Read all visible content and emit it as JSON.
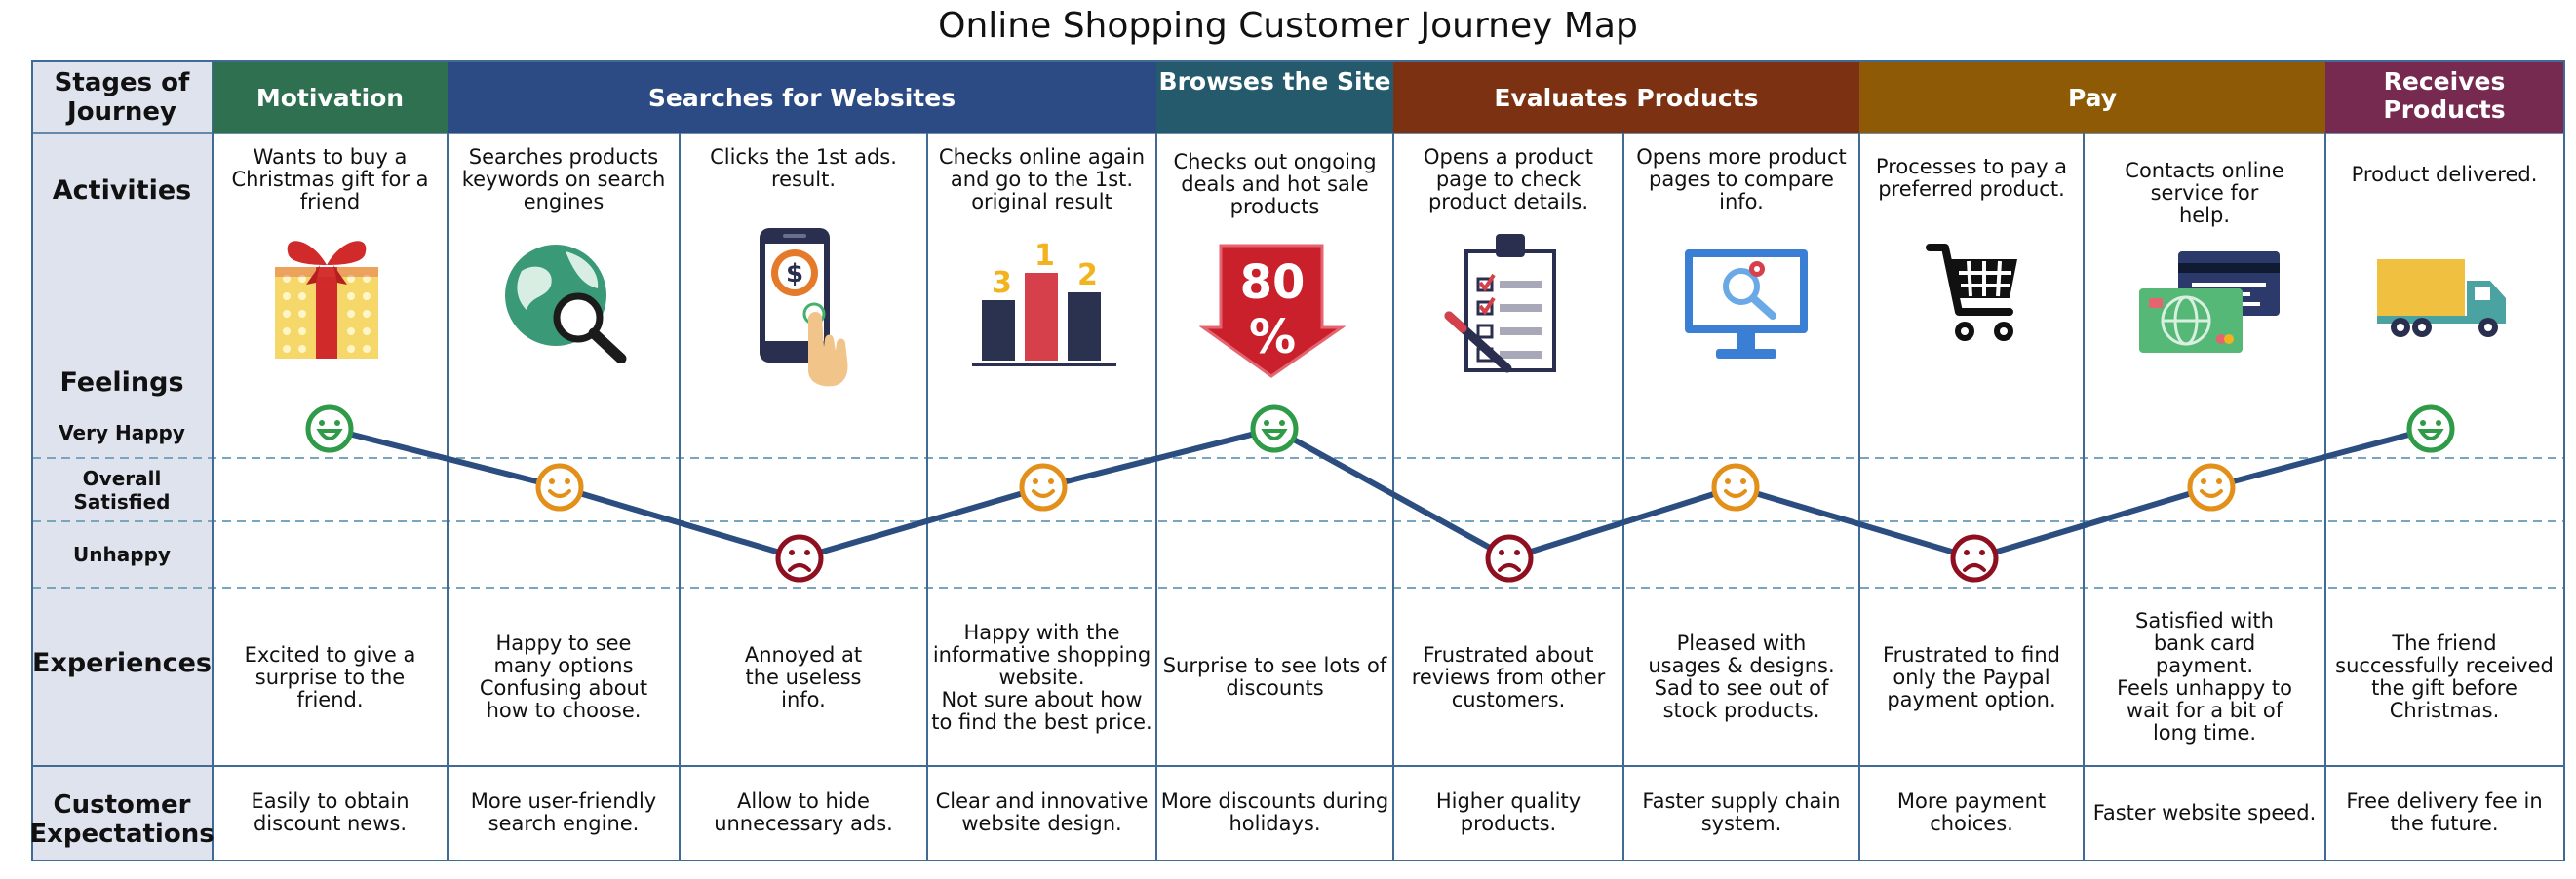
{
  "title": "Online Shopping Customer Journey Map",
  "row_labels": {
    "stages": "Stages of Journey",
    "activities": "Activities",
    "feelings": "Feelings",
    "very_happy": "Very Happy",
    "overall_satisfied": "Overall Satisfied",
    "unhappy": "Unhappy",
    "experiences": "Experiences",
    "customer_expectations": "Customer Expectations"
  },
  "stages": [
    {
      "label": "Motivation",
      "color": "#2e7050"
    },
    {
      "label": "Searches for Websites",
      "color": "#2c4a84"
    },
    {
      "label": "Browses the Site",
      "color": "#245a6c"
    },
    {
      "label": "Evaluates Products",
      "color": "#7c3212"
    },
    {
      "label": "Pay",
      "color": "#8e5a05"
    },
    {
      "label": "Receives Products",
      "color": "#772a50"
    }
  ],
  "columns": [
    {
      "activity": "Wants to buy a Christmas gift for a friend",
      "icon": "gift-box-icon",
      "feeling": "very_happy",
      "experience": "Excited to give a surprise to the friend.",
      "expectation": "Easily to obtain discount news."
    },
    {
      "activity": "Searches products keywords on search engines",
      "icon": "globe-search-icon",
      "feeling": "overall_satisfied",
      "experience": "Happy to see many options\nConfusing about how to choose.",
      "expectation": "More user-friendly search engine."
    },
    {
      "activity": "Clicks the 1st ads. result.",
      "icon": "mobile-payment-icon",
      "feeling": "unhappy",
      "experience": "Annoyed at the useless info.",
      "expectation": "Allow to hide unnecessary ads."
    },
    {
      "activity": "Checks online again and go to the 1st. original result",
      "icon": "ranking-chart-icon",
      "feeling": "overall_satisfied",
      "experience": "Happy with the informative shopping website.\nNot sure about how to find the best price.",
      "expectation": "Clear and innovative website design."
    },
    {
      "activity": "Checks out ongoing deals and hot sale products",
      "icon": "discount-tag-icon",
      "feeling": "very_happy",
      "experience": "Surprise to see lots of discounts",
      "expectation": "More discounts during holidays."
    },
    {
      "activity": "Opens a product page to check product details.",
      "icon": "checklist-clipboard-icon",
      "feeling": "unhappy",
      "experience": "Frustrated about reviews from other customers.",
      "expectation": "Higher quality products."
    },
    {
      "activity": "Opens more product pages to compare info.",
      "icon": "monitor-search-icon",
      "feeling": "overall_satisfied",
      "experience": "Pleased with usages & designs.\nSad to see out of stock products.",
      "expectation": "Faster supply chain system."
    },
    {
      "activity": "Processes to pay a preferred product.",
      "icon": "shopping-cart-icon",
      "feeling": "unhappy",
      "experience": "Frustrated to find only the Paypal payment option.",
      "expectation": "More payment choices."
    },
    {
      "activity": "Contacts online service for help.",
      "icon": "bank-cards-icon",
      "feeling": "overall_satisfied",
      "experience": "Satisfied with bank card payment.\nFeels unhappy to wait for a bit of long time.",
      "expectation": "Faster website speed."
    },
    {
      "activity": "Product delivered.",
      "icon": "delivery-truck-icon",
      "feeling": "very_happy",
      "experience": "The friend successfully received the gift before Christmas.",
      "expectation": "Free delivery fee in the future."
    }
  ],
  "ranking_numbers": [
    "3",
    "1",
    "2"
  ],
  "discount_text": [
    "80",
    "%"
  ],
  "colors": {
    "label_column": "#dfe3ee",
    "grid_line": "#3f6b94",
    "dashed_line": "#7aa5c0",
    "journey_line": "#2b4d80",
    "very_happy": "#2f9a47",
    "overall_satisfied": "#e2901a",
    "unhappy": "#8e1020"
  }
}
